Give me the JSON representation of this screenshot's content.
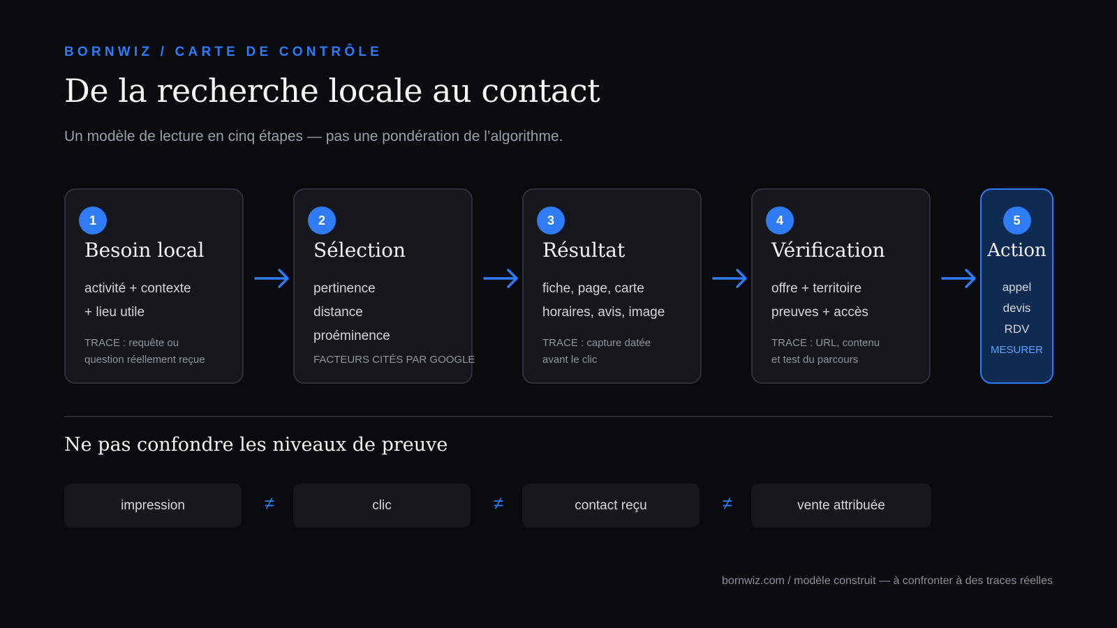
{
  "header": {
    "eyebrow": "BORNWIZ / CARTE DE CONTRÔLE",
    "title": "De la recherche locale au contact",
    "subtitle": "Un modèle de lecture en cinq étapes — pas une pondération de l’algorithme."
  },
  "steps": [
    {
      "number": "1",
      "title": "Besoin local",
      "items": [
        "activité + contexte",
        "+ lieu utile"
      ],
      "trace": [
        "TRACE : requête ou",
        "question réellement reçue"
      ]
    },
    {
      "number": "2",
      "title": "Sélection",
      "items": [
        "pertinence",
        "distance",
        "proéminence"
      ],
      "trace": [
        "FACTEURS CITÉS PAR GOOGLE"
      ]
    },
    {
      "number": "3",
      "title": "Résultat",
      "items": [
        "fiche, page, carte",
        "horaires, avis, image"
      ],
      "trace": [
        "TRACE : capture datée",
        "avant le clic"
      ]
    },
    {
      "number": "4",
      "title": "Vérification",
      "items": [
        "offre + territoire",
        "preuves + accès"
      ],
      "trace": [
        "TRACE : URL, contenu",
        "et test du parcours"
      ]
    },
    {
      "number": "5",
      "title": "Action",
      "items": [
        "appel",
        "devis",
        "RDV"
      ],
      "trace": [
        "MESURER"
      ]
    }
  ],
  "evidence": {
    "title": "Ne pas confondre les niveaux de preuve",
    "levels": [
      "impression",
      "clic",
      "contact reçu",
      "vente attribuée"
    ],
    "separator": "≠"
  },
  "footer": "bornwiz.com / modèle construit — à confronter à des traces réelles",
  "colors": {
    "accent": "#2f7cf6",
    "background": "#0a0b0e",
    "card": "#15171c",
    "final_card": "#0f2b52"
  }
}
